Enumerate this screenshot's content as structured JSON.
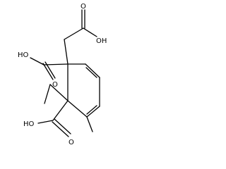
{
  "molecule": {
    "labels": {
      "oh_top": "OH",
      "o_top": "O",
      "ho_left": "HO",
      "o_mid": "O",
      "ho_bottom": "HO",
      "o_bottom": "O"
    }
  },
  "colors": {
    "bond": "#000000",
    "text": "#000000",
    "background": "#ffffff"
  }
}
